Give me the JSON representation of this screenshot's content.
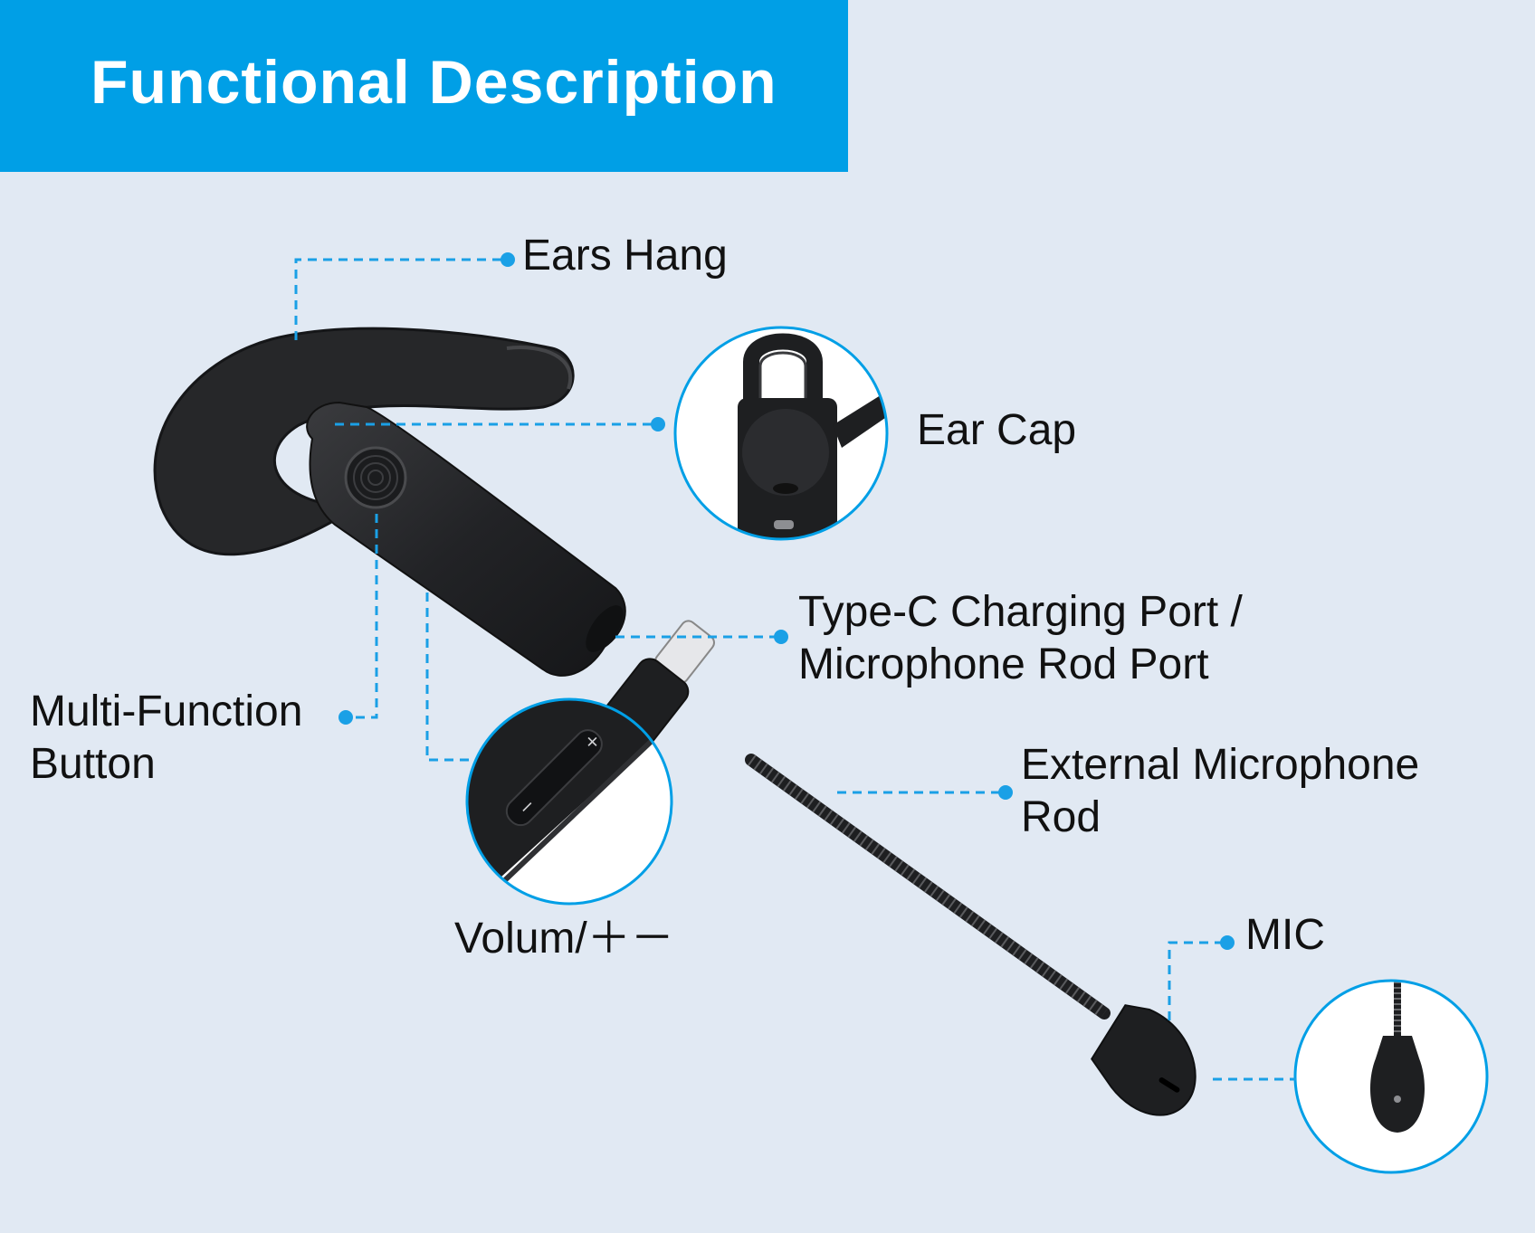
{
  "header": {
    "title": "Functional Description"
  },
  "labels": {
    "ears_hang": "Ears Hang",
    "ear_cap": "Ear Cap",
    "charging_port_line1": "Type-C Charging Port /",
    "charging_port_line2": "Microphone Rod Port",
    "multi_function_line1": "Multi-Function",
    "multi_function_line2": "Button",
    "external_mic_line1": "External Microphone",
    "external_mic_line2": "Rod",
    "volume": "Volum/＋－",
    "mic": "MIC"
  },
  "colors": {
    "accent": "#009fe6",
    "background": "#e1e9f3",
    "leader_line": "#1aa0e6",
    "product": "#1e1f21"
  },
  "icons": [
    "headset-illustration",
    "ear-cap-detail",
    "volume-buttons-detail",
    "mic-head-detail"
  ]
}
